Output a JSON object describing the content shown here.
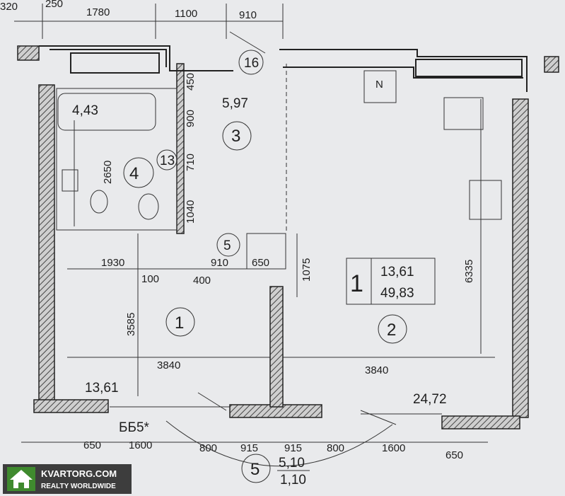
{
  "plan": {
    "top_dims": [
      "320",
      "250",
      "1780",
      "1100",
      "910"
    ],
    "bathroom": {
      "number": "4",
      "area": "4,43",
      "dim_height": "2650",
      "dim_lower": "1040"
    },
    "corridor_mark": "13",
    "hall": {
      "number": "3",
      "area": "5,97",
      "dims": [
        "450",
        "900",
        "710"
      ]
    },
    "entry_mark": "16",
    "door_mark": "5",
    "room1": {
      "number": "1",
      "area": "13,61",
      "dim_height": "3585",
      "dim_width": "3840",
      "dim_top": "1930"
    },
    "room2": {
      "number": "2",
      "area": "24,72",
      "dim_height": "6335",
      "dim_width": "3840",
      "dim_1075": "1075"
    },
    "mid_dims": [
      "910",
      "650",
      "100",
      "400"
    ],
    "summary": {
      "rooms": "1",
      "living": "13,61",
      "total": "49,83"
    },
    "balcony": {
      "label": "ББ5*",
      "number": "5",
      "area": "5,10",
      "coef": "1,10"
    },
    "bottom_dims": [
      "650",
      "1600",
      "800",
      "915",
      "915",
      "800",
      "1600",
      "650"
    ],
    "gas_label": "N"
  },
  "watermark": {
    "title": "KVARTORG.COM",
    "subtitle": "REALTY WORLDWIDE"
  },
  "colors": {
    "paper": "#e9eaec",
    "ink": "#1e1e1e",
    "watermark_green": "#3f8a2e"
  }
}
